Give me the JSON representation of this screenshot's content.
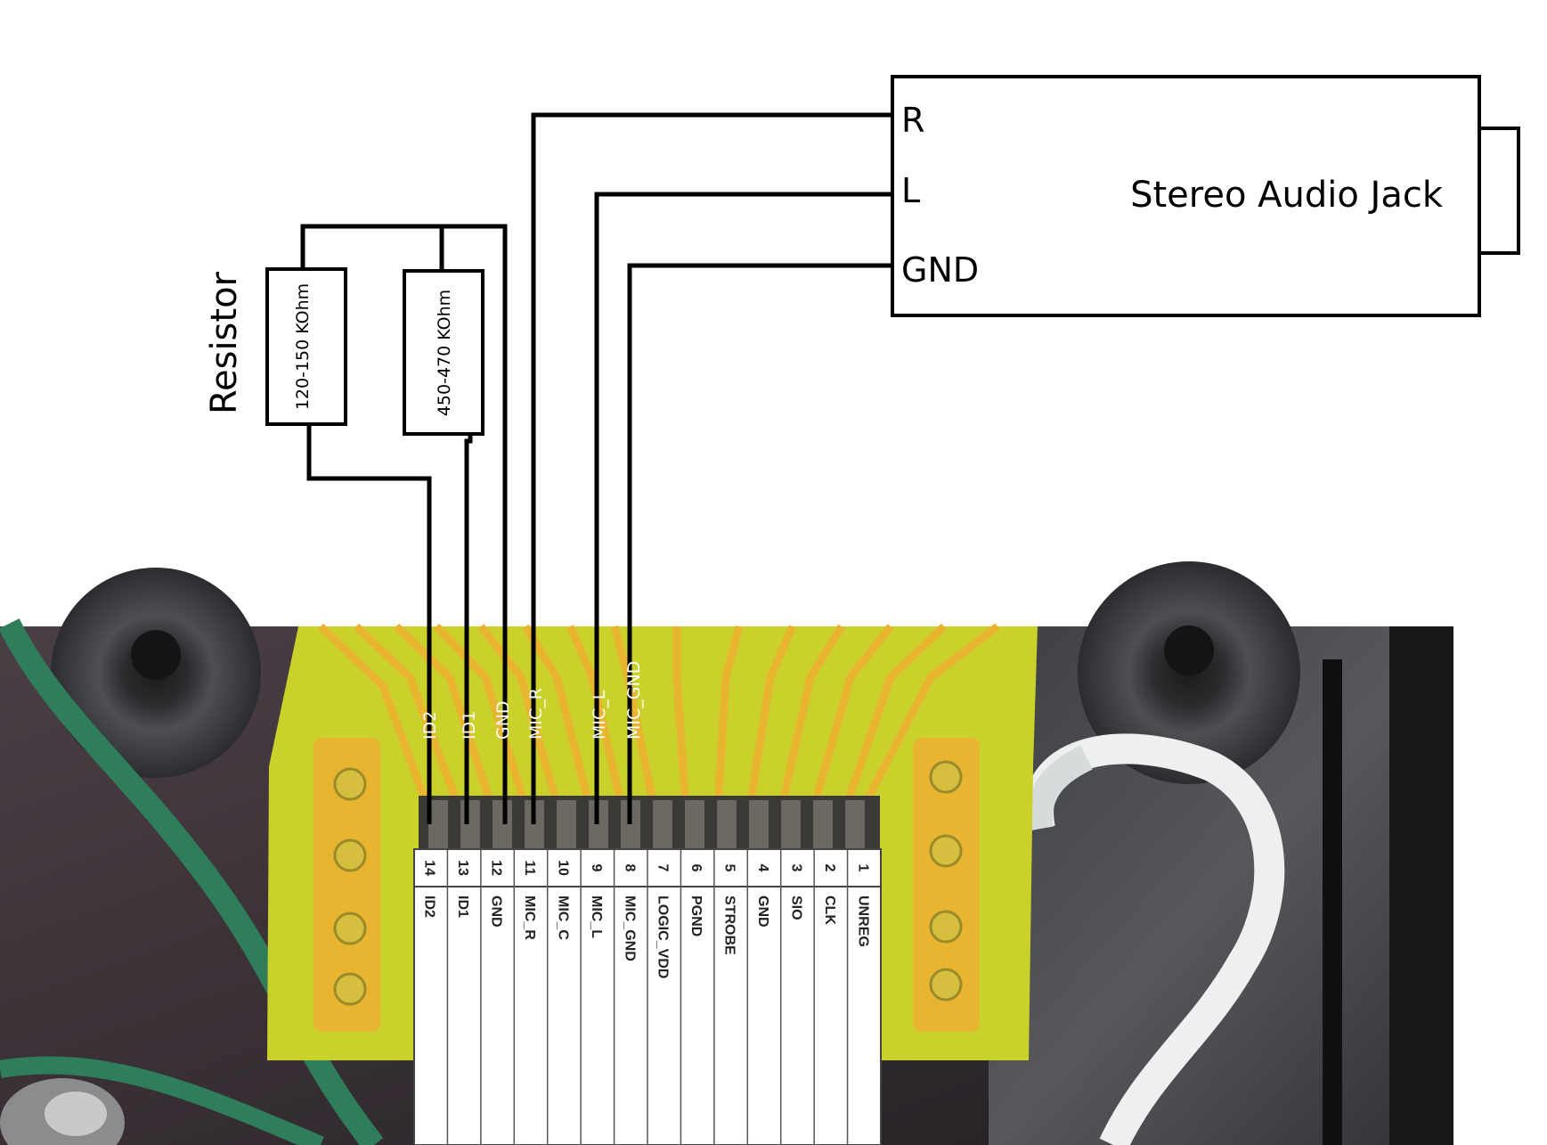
{
  "jack": {
    "title": "Stereo Audio Jack",
    "terminals": [
      "R",
      "L",
      "GND"
    ]
  },
  "resistor": {
    "heading": "Resistor",
    "values": [
      "120-150 KOhm",
      "450-470 KOhm"
    ]
  },
  "wire_labels": [
    "ID2",
    "ID1",
    "GND",
    "MIC_R",
    "MIC_L",
    "MIC_GND"
  ],
  "connector": {
    "pin_numbers": [
      "14",
      "13",
      "12",
      "11",
      "10",
      "9",
      "8",
      "7",
      "6",
      "5",
      "4",
      "3",
      "2",
      "1"
    ],
    "pin_names": [
      "ID2",
      "ID1",
      "GND",
      "MIC_R",
      "MIC_C",
      "MIC_L",
      "MIC_GND",
      "LOGIC_VDD",
      "PGND",
      "STROBE",
      "GND",
      "SIO",
      "CLK",
      "UNREG"
    ]
  },
  "colors": {
    "pcb_yellow": "#c9d12a",
    "pad_orange": "#e9b530",
    "wire_green": "#2f7d5a",
    "wire_white": "#eef0f0"
  }
}
